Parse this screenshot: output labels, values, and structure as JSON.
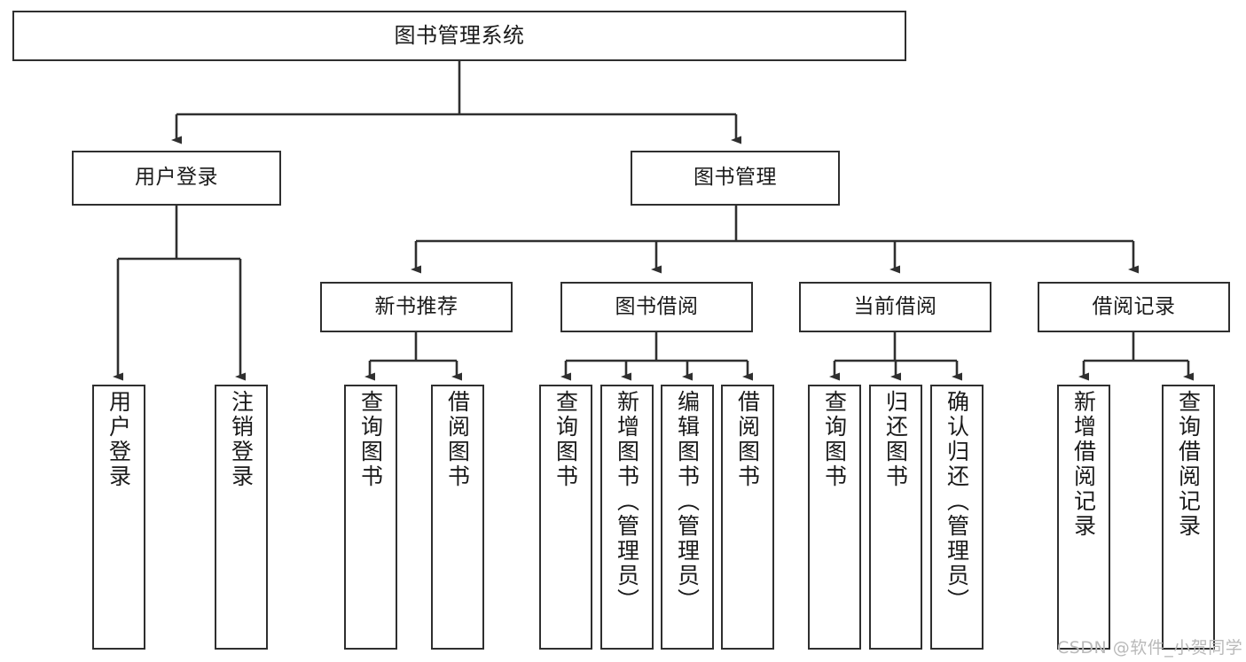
{
  "diagram": {
    "title": "图书管理系统",
    "type": "hierarchy-tree",
    "root": {
      "label": "图书管理系统"
    },
    "level2": [
      {
        "label": "用户登录"
      },
      {
        "label": "图书管理"
      }
    ],
    "level3": [
      {
        "label": "新书推荐"
      },
      {
        "label": "图书借阅"
      },
      {
        "label": "当前借阅"
      },
      {
        "label": "借阅记录"
      }
    ],
    "leaves": [
      {
        "label": "用户登录",
        "parent": "用户登录"
      },
      {
        "label": "注销登录",
        "parent": "用户登录"
      },
      {
        "label": "查询图书",
        "parent": "新书推荐"
      },
      {
        "label": "借阅图书",
        "parent": "新书推荐"
      },
      {
        "label": "查询图书",
        "parent": "图书借阅"
      },
      {
        "label": "新增图书（管理员）",
        "parent": "图书借阅"
      },
      {
        "label": "编辑图书（管理员）",
        "parent": "图书借阅"
      },
      {
        "label": "借阅图书",
        "parent": "图书借阅"
      },
      {
        "label": "查询图书",
        "parent": "当前借阅"
      },
      {
        "label": "归还图书",
        "parent": "当前借阅"
      },
      {
        "label": "确认归还（管理员）",
        "parent": "当前借阅"
      },
      {
        "label": "新增借阅记录",
        "parent": "借阅记录"
      },
      {
        "label": "查询借阅记录",
        "parent": "借阅记录"
      }
    ],
    "watermark": "CSDN @软件_小贺同学",
    "colors": {
      "border": "#2f2f2f",
      "text": "#1a1a1a",
      "background": "#ffffff",
      "watermark": "#b9b9b9"
    }
  }
}
